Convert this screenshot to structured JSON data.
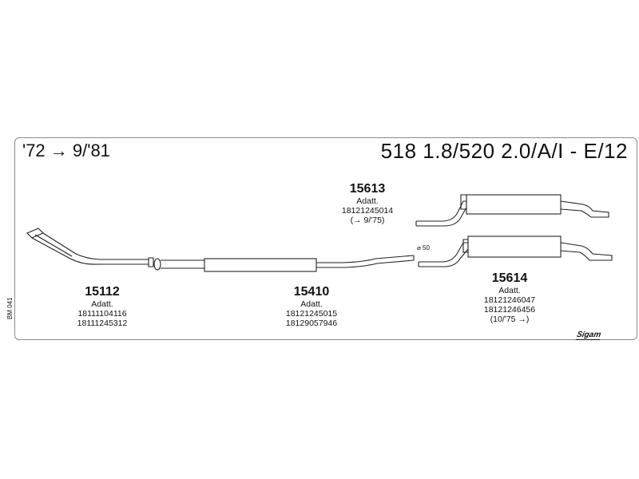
{
  "header": {
    "date_range": "'72 → 9/'81",
    "model": "518 1.8/520 2.0/A/I - E/12"
  },
  "side_code": "BM 041",
  "diameter_mark": "⌀ 50",
  "logo_text": "Sigam",
  "parts": [
    {
      "number": "15613",
      "lines": [
        "Adatt.",
        "18121245014",
        "(→ 9/'75)"
      ]
    },
    {
      "number": "15112",
      "lines": [
        "Adatt.",
        "18111104116",
        "18111245312"
      ]
    },
    {
      "number": "15410",
      "lines": [
        "Adatt.",
        "18121245015",
        "18129057946"
      ]
    },
    {
      "number": "15614",
      "lines": [
        "Adatt.",
        "18121246047",
        "18121246456",
        "(10/'75 →)"
      ]
    }
  ]
}
